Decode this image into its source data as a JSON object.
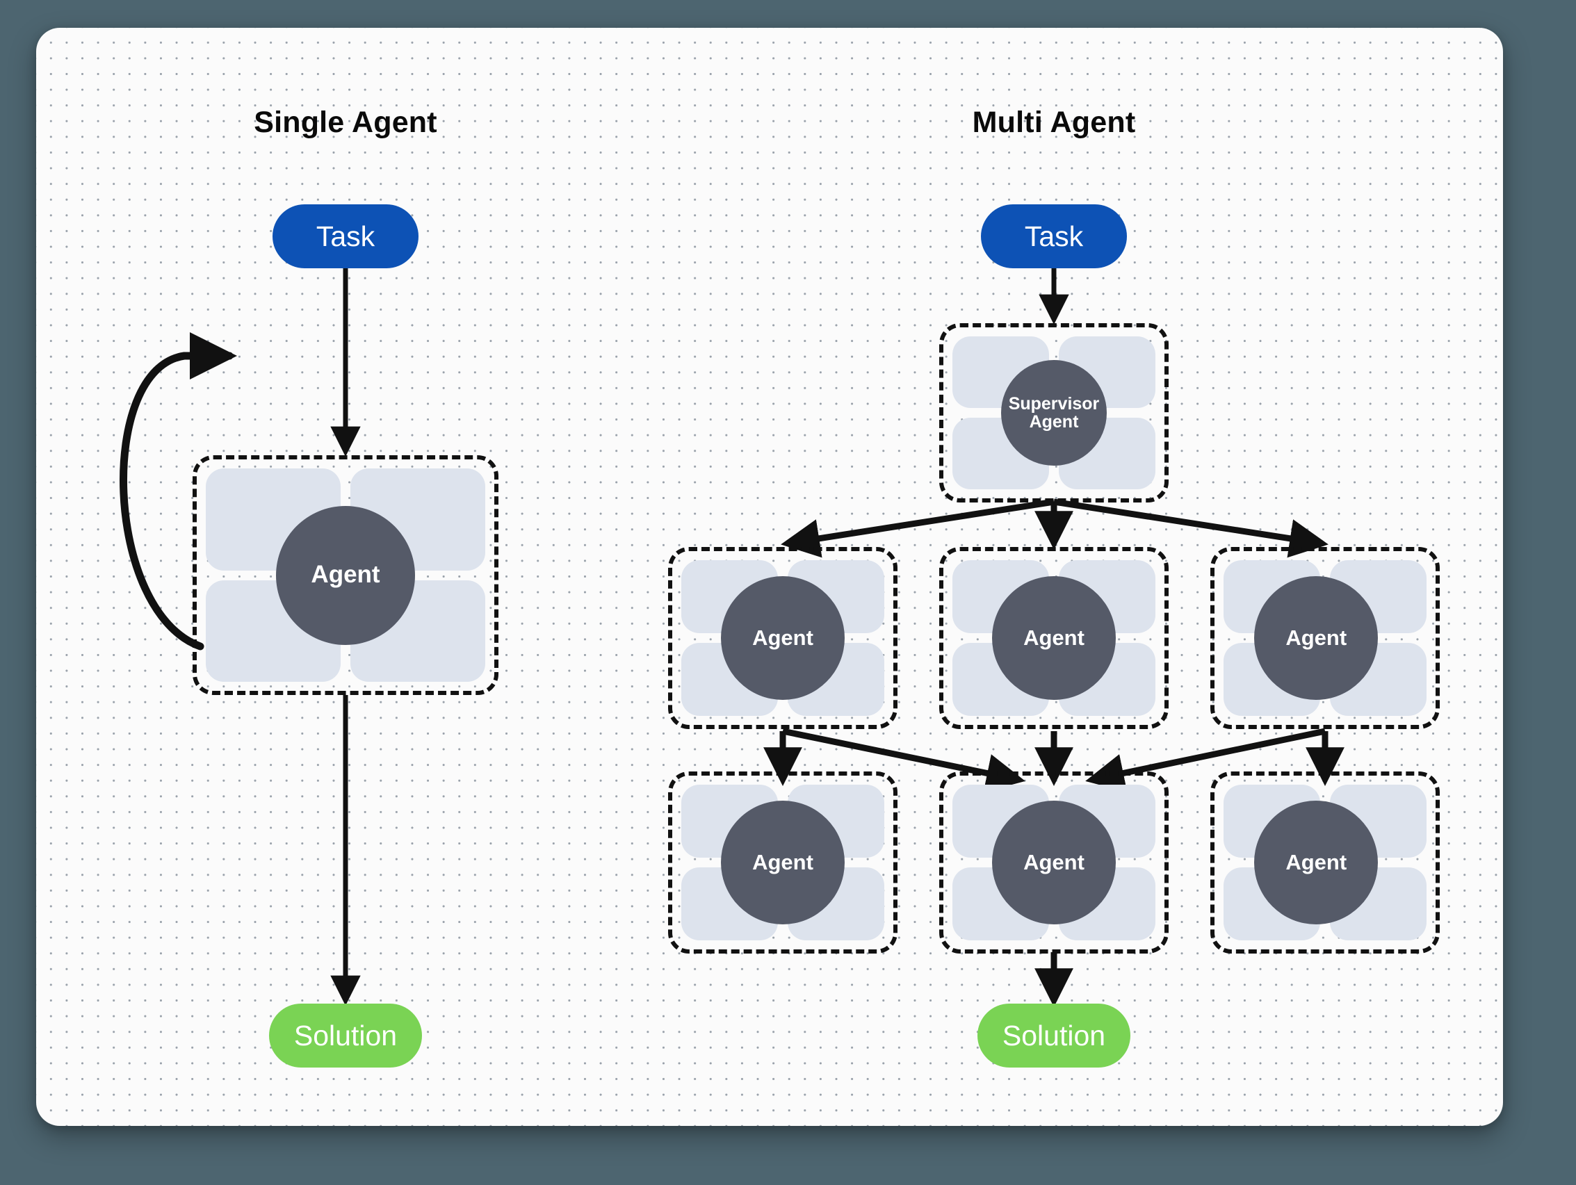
{
  "canvas": {
    "background_color": "#fbfbfb",
    "page_background_color": "#4d6570",
    "dot_color": "#9aa2ab"
  },
  "colors": {
    "task_pill": "#0d52b5",
    "solution_pill": "#7ad354",
    "agent_circle": "#555a68",
    "agent_tile": "#dde3ed",
    "dashed_border": "#111111",
    "arrow": "#111111",
    "title_text": "#0a0a0a",
    "pill_text": "#ffffff"
  },
  "panels": [
    {
      "id": "single-agent",
      "title": "Single Agent",
      "task_label": "Task",
      "agent_label": "Agent",
      "solution_label": "Solution"
    },
    {
      "id": "multi-agent",
      "title": "Multi Agent",
      "task_label": "Task",
      "supervisor_label_line1": "Supervisor",
      "supervisor_label_line2": "Agent",
      "solution_label": "Solution",
      "row_middle": [
        {
          "label": "Agent"
        },
        {
          "label": "Agent"
        },
        {
          "label": "Agent"
        }
      ],
      "row_bottom": [
        {
          "label": "Agent"
        },
        {
          "label": "Agent"
        },
        {
          "label": "Agent"
        }
      ]
    }
  ]
}
